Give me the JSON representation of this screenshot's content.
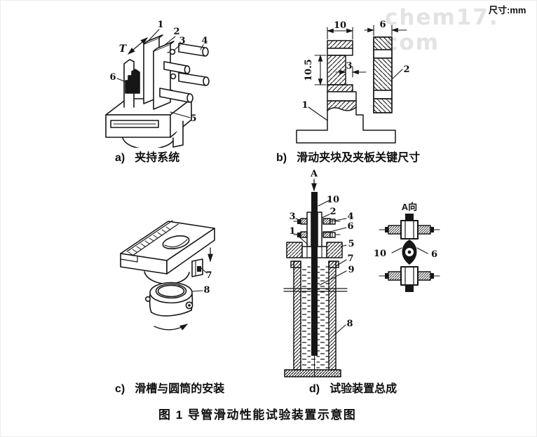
{
  "page": {
    "units_label": "尺寸:mm",
    "watermark": "chem17. com",
    "figure_caption": "图 1  导管滑动性能试验装置示意图"
  },
  "fig_a": {
    "prefix": "a)",
    "title": "夹持系统",
    "labels": {
      "T": "T",
      "n1": "1",
      "n2": "2",
      "n3": "3",
      "n4": "4",
      "n5": "5",
      "n6": "6"
    }
  },
  "fig_b": {
    "prefix": "b)",
    "title": "滑动夹块及夹板关键尺寸",
    "labels": {
      "n1": "1",
      "n2": "2"
    },
    "dims": {
      "block_width": "10",
      "plate_width": "6",
      "slot_height": "10.5",
      "step": "3"
    }
  },
  "fig_c": {
    "prefix": "c)",
    "title": "滑槽与圆筒的安装",
    "labels": {
      "n7": "7",
      "n8": "8"
    }
  },
  "fig_d": {
    "prefix": "d)",
    "title": "试验装置总成",
    "labels": {
      "A": "A",
      "n10": "10",
      "n3": "3",
      "n2": "2",
      "n4": "4",
      "n6": "6",
      "n1": "1",
      "n5": "5",
      "n7": "7",
      "n9": "9",
      "n8": "8"
    },
    "view_a": {
      "title": "A向",
      "n10": "10",
      "n6": "6"
    }
  }
}
